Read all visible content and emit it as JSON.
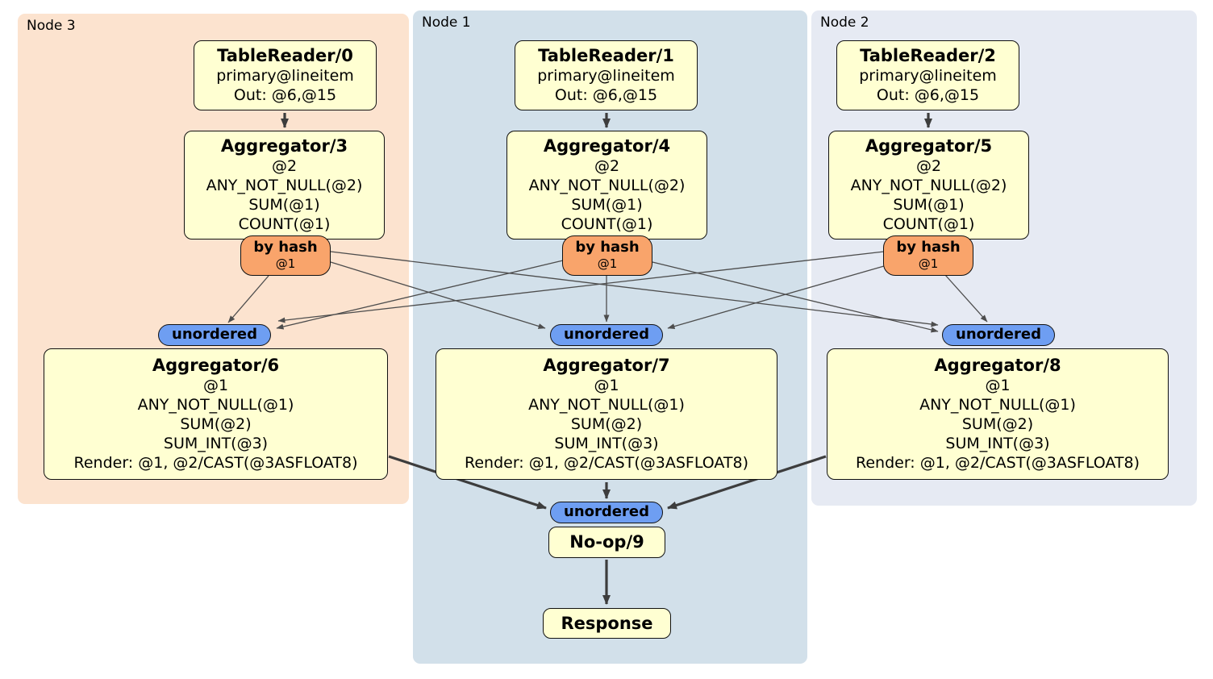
{
  "colors": {
    "node3_bg": "#fce3cf",
    "node1_bg": "#d2e0ea",
    "node2_bg": "#e6eaf3",
    "processor_box_bg": "#ffffd2",
    "router_bg": "#f9a46b",
    "sync_bg": "#6e9ef2",
    "edge_thin": "#4d4d4d",
    "edge_thick": "#3d3d3d"
  },
  "groups": [
    {
      "label": "Node 3",
      "table_reader": {
        "title": "TableReader/0",
        "lines": [
          "primary@lineitem",
          "Out: @6,@15"
        ]
      },
      "aggregator_top": {
        "title": "Aggregator/3",
        "lines": [
          "@2",
          "ANY_NOT_NULL(@2)",
          "SUM(@1)",
          "COUNT(@1)"
        ]
      },
      "router": {
        "label": "by hash",
        "detail": "@1"
      },
      "sync": {
        "label": "unordered"
      },
      "aggregator_bottom": {
        "title": "Aggregator/6",
        "lines": [
          "@1",
          "ANY_NOT_NULL(@1)",
          "SUM(@2)",
          "SUM_INT(@3)",
          "Render: @1, @2/CAST(@3ASFLOAT8)"
        ]
      }
    },
    {
      "label": "Node 1",
      "table_reader": {
        "title": "TableReader/1",
        "lines": [
          "primary@lineitem",
          "Out: @6,@15"
        ]
      },
      "aggregator_top": {
        "title": "Aggregator/4",
        "lines": [
          "@2",
          "ANY_NOT_NULL(@2)",
          "SUM(@1)",
          "COUNT(@1)"
        ]
      },
      "router": {
        "label": "by hash",
        "detail": "@1"
      },
      "sync": {
        "label": "unordered"
      },
      "aggregator_bottom": {
        "title": "Aggregator/7",
        "lines": [
          "@1",
          "ANY_NOT_NULL(@1)",
          "SUM(@2)",
          "SUM_INT(@3)",
          "Render: @1, @2/CAST(@3ASFLOAT8)"
        ]
      },
      "final_sync": {
        "label": "unordered"
      },
      "noop": {
        "title": "No-op/9"
      },
      "response": {
        "title": "Response"
      }
    },
    {
      "label": "Node 2",
      "table_reader": {
        "title": "TableReader/2",
        "lines": [
          "primary@lineitem",
          "Out: @6,@15"
        ]
      },
      "aggregator_top": {
        "title": "Aggregator/5",
        "lines": [
          "@2",
          "ANY_NOT_NULL(@2)",
          "SUM(@1)",
          "COUNT(@1)"
        ]
      },
      "router": {
        "label": "by hash",
        "detail": "@1"
      },
      "sync": {
        "label": "unordered"
      },
      "aggregator_bottom": {
        "title": "Aggregator/8",
        "lines": [
          "@1",
          "ANY_NOT_NULL(@1)",
          "SUM(@2)",
          "SUM_INT(@3)",
          "Render: @1, @2/CAST(@3ASFLOAT8)"
        ]
      }
    }
  ]
}
